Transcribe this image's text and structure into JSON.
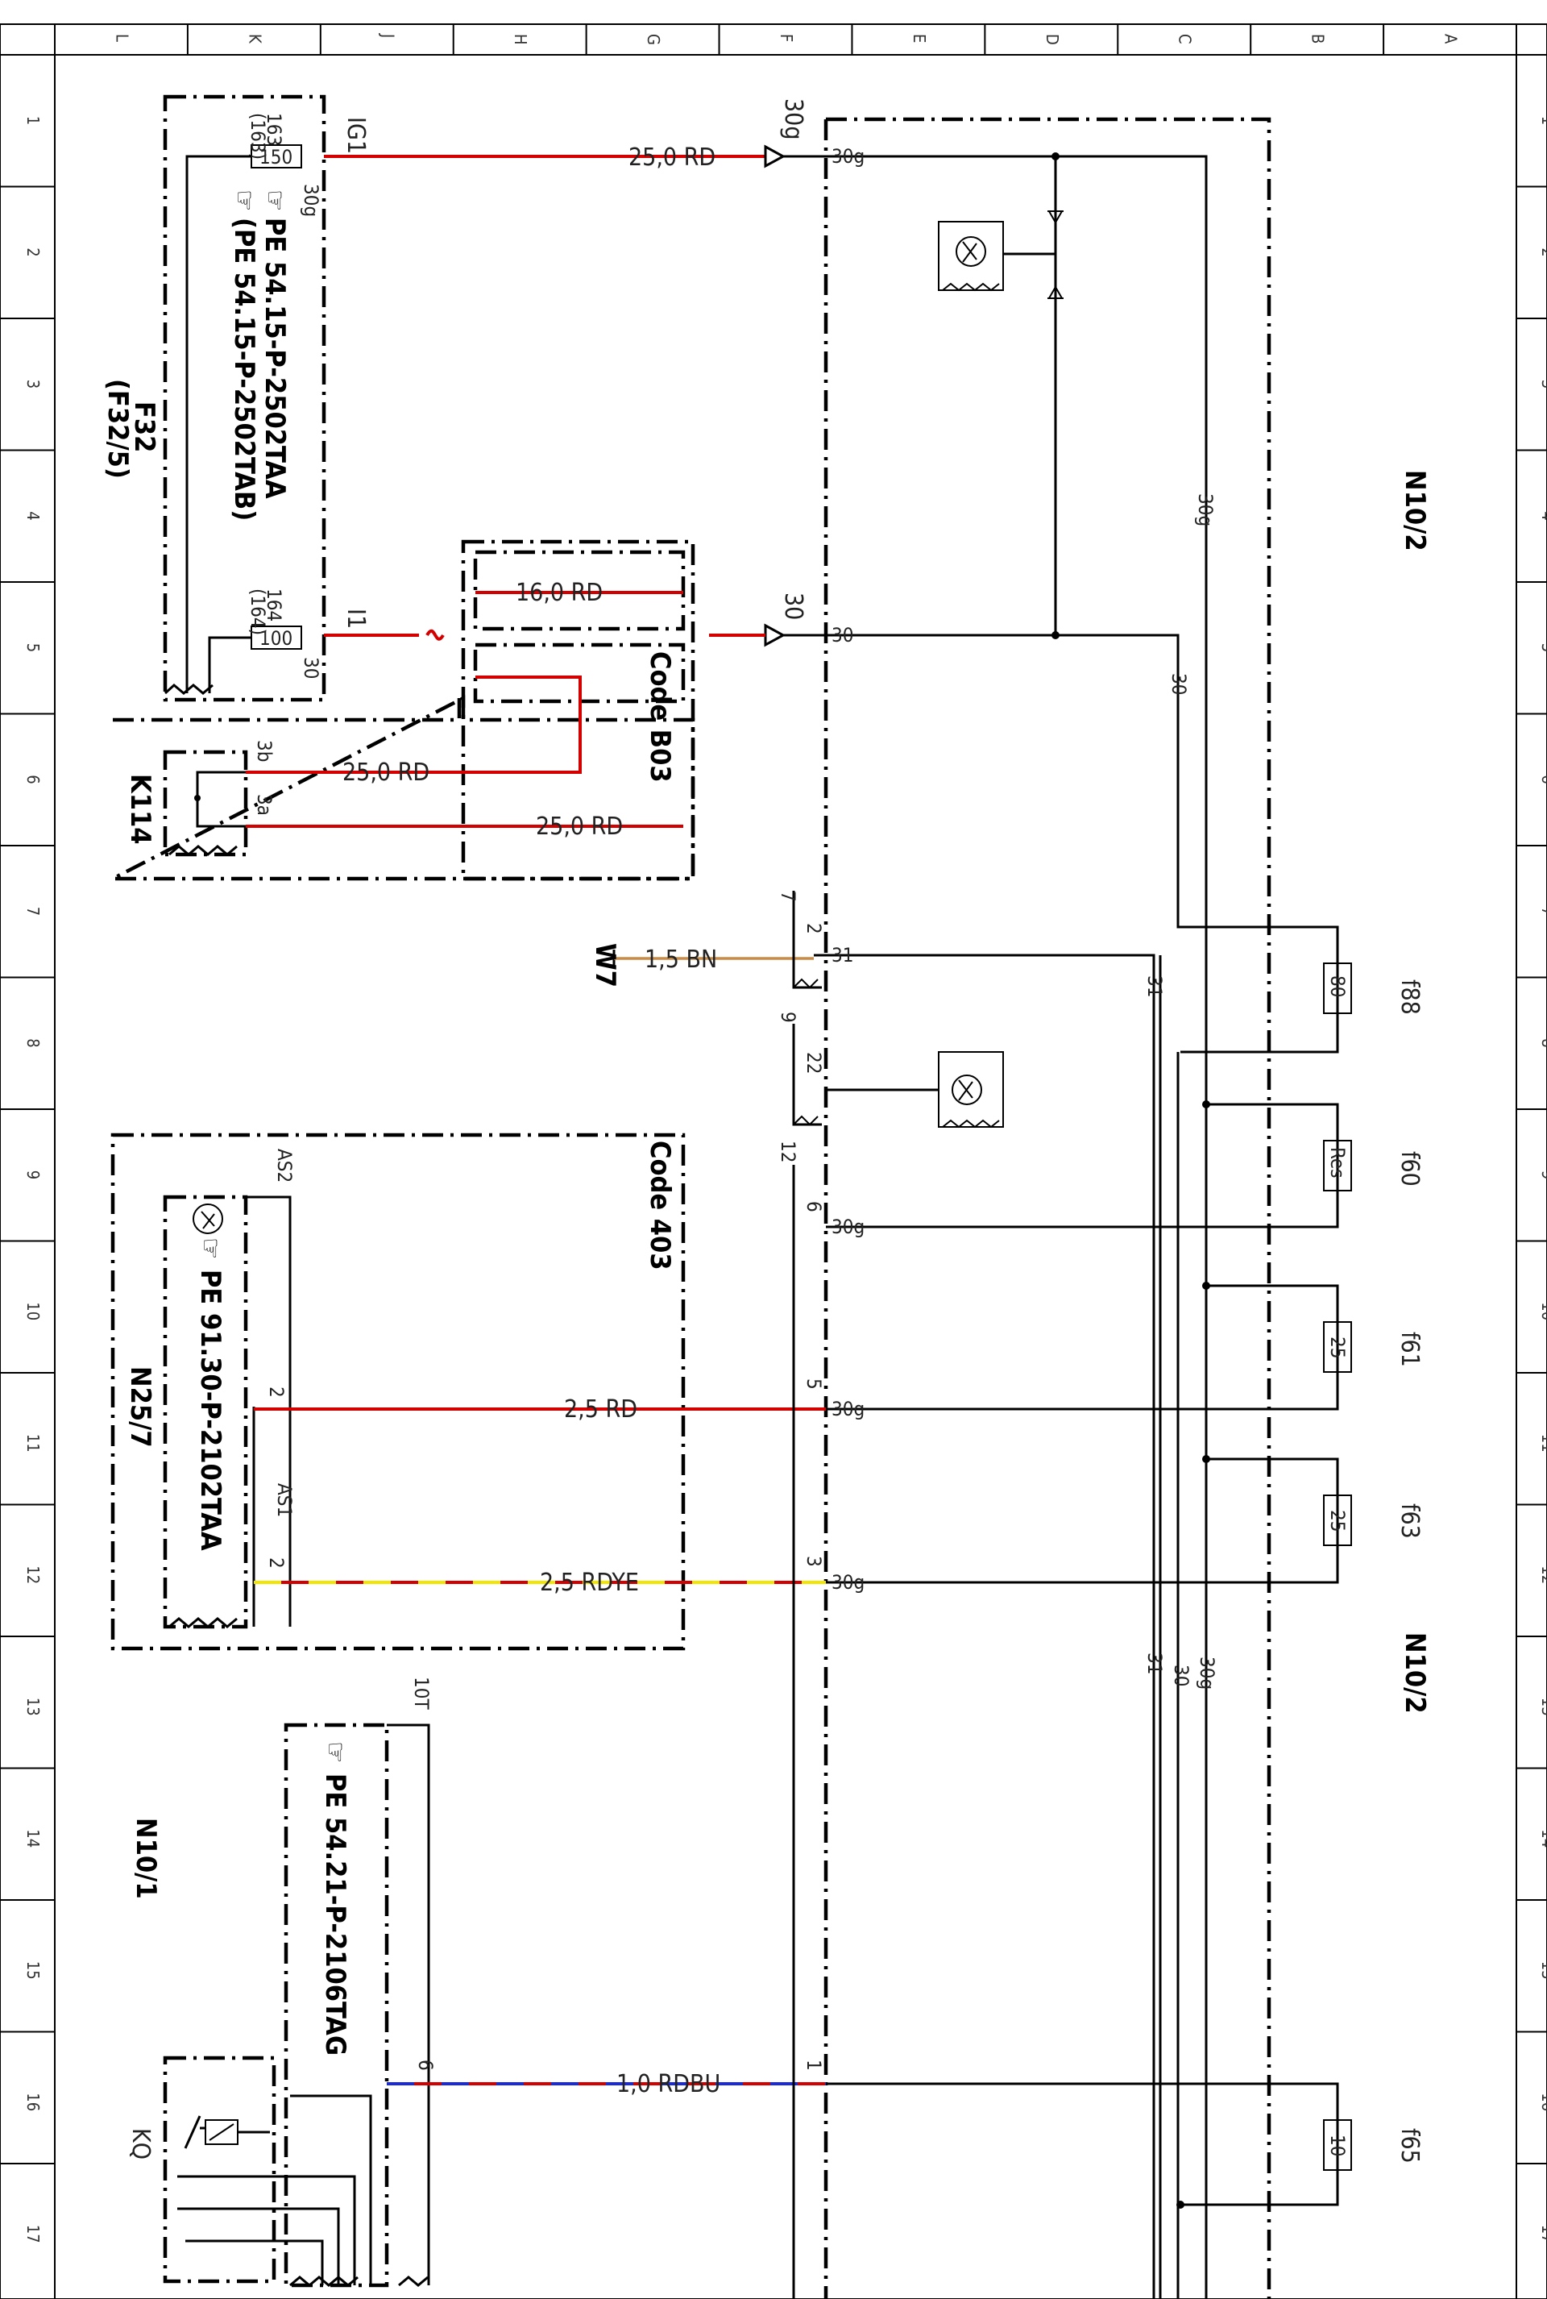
{
  "border": {
    "columns": [
      "L",
      "K",
      "J",
      "H",
      "G",
      "F",
      "E",
      "D",
      "C",
      "B",
      "A"
    ],
    "rows": [
      "1",
      "2",
      "3",
      "4",
      "5",
      "6",
      "7",
      "8",
      "9",
      "10",
      "11",
      "12",
      "13",
      "14",
      "15",
      "16",
      "17"
    ]
  },
  "components": {
    "n10_2_top": "N10/2",
    "n10_2_bottom": "N10/2",
    "f32": "F32",
    "f32_sub": "(F32/5)",
    "k114": "K114",
    "n25_7": "N25/7",
    "n10_1": "N10/1",
    "kq": "KQ",
    "w7": "W7"
  },
  "references": {
    "pe1": "PE 54.15-P-2502TAA",
    "pe2": "(PE 54.15-P-2502TAB)",
    "pe3": "PE 91.30-P-2102TAA",
    "pe4": "PE 54.21-P-2106TAG"
  },
  "codes": {
    "b03": "Code B03",
    "c403": "Code 403"
  },
  "fuses": {
    "f150": "150",
    "f100": "100",
    "f163_a": "163",
    "f163_b": "(163)",
    "f164_a": "164",
    "f164_b": "(164)",
    "fuse_30g": "30g",
    "fuse_30": "30",
    "f88": "f88",
    "f88_val": "80",
    "f60": "f60",
    "f60_val": "Res",
    "f61": "f61",
    "f61_val": "25",
    "f63": "f63",
    "f63_val": "25",
    "f65": "f65",
    "f65_val": "10"
  },
  "wires": {
    "w_ig1": "25,0 RD",
    "w_b03_top": "16,0 RD",
    "w_3b": "25,0 RD",
    "w_3a": "25,0 RD",
    "w_bn": "1,5 BN",
    "w_as2": "2,5 RD",
    "w_as1": "2,5 RDYE",
    "w_rdbu": "1,0 RDBU"
  },
  "pins": {
    "ig1": "IG1",
    "i1": "I1",
    "p3b": "3b",
    "p3a": "3a",
    "p30g_big": "30g",
    "p30_big": "30",
    "t30g_1": "30g",
    "t30_1": "30",
    "t31": "31",
    "t30g_6": "30g",
    "t30g_5": "30g",
    "t30g_3": "30g",
    "conn7": "7",
    "conn7_pin": "2",
    "conn9": "9",
    "conn9_pin": "22",
    "conn12": "12",
    "conn12_pin": "6",
    "pin5": "5",
    "pin3": "3",
    "pin1": "1",
    "as2": "AS2",
    "as1": "AS1",
    "as2_pin": "2",
    "as1_pin": "2",
    "t10": "10T",
    "pin6": "6",
    "rail_30g": "30g",
    "rail_30": "30",
    "rail_31": "31",
    "rail_31_b": "31",
    "rail_30_b": "30",
    "rail_30g_b": "30g"
  }
}
